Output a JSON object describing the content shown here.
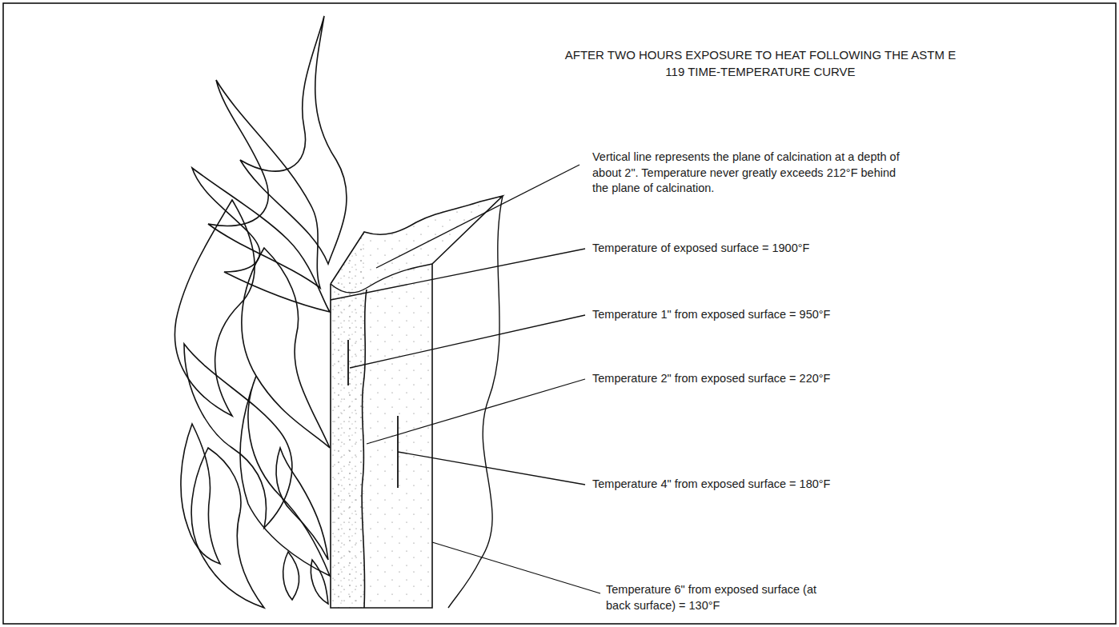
{
  "diagram": {
    "title": "AFTER TWO HOURS EXPOSURE TO HEAT FOLLOWING THE ASTM E 119 TIME-TEMPERATURE CURVE",
    "labels": [
      "Vertical line represents the plane of calcination at a depth of about 2\". Temperature never greatly exceeds 212°F behind the plane of calcination.",
      "Temperature of exposed surface = 1900°F",
      "Temperature 1\" from exposed surface = 950°F",
      "Temperature 2\" from exposed surface = 220°F",
      "Temperature 4\" from exposed surface = 180°F",
      "Temperature 6\" from exposed surface (at back surface) = 130°F"
    ]
  }
}
